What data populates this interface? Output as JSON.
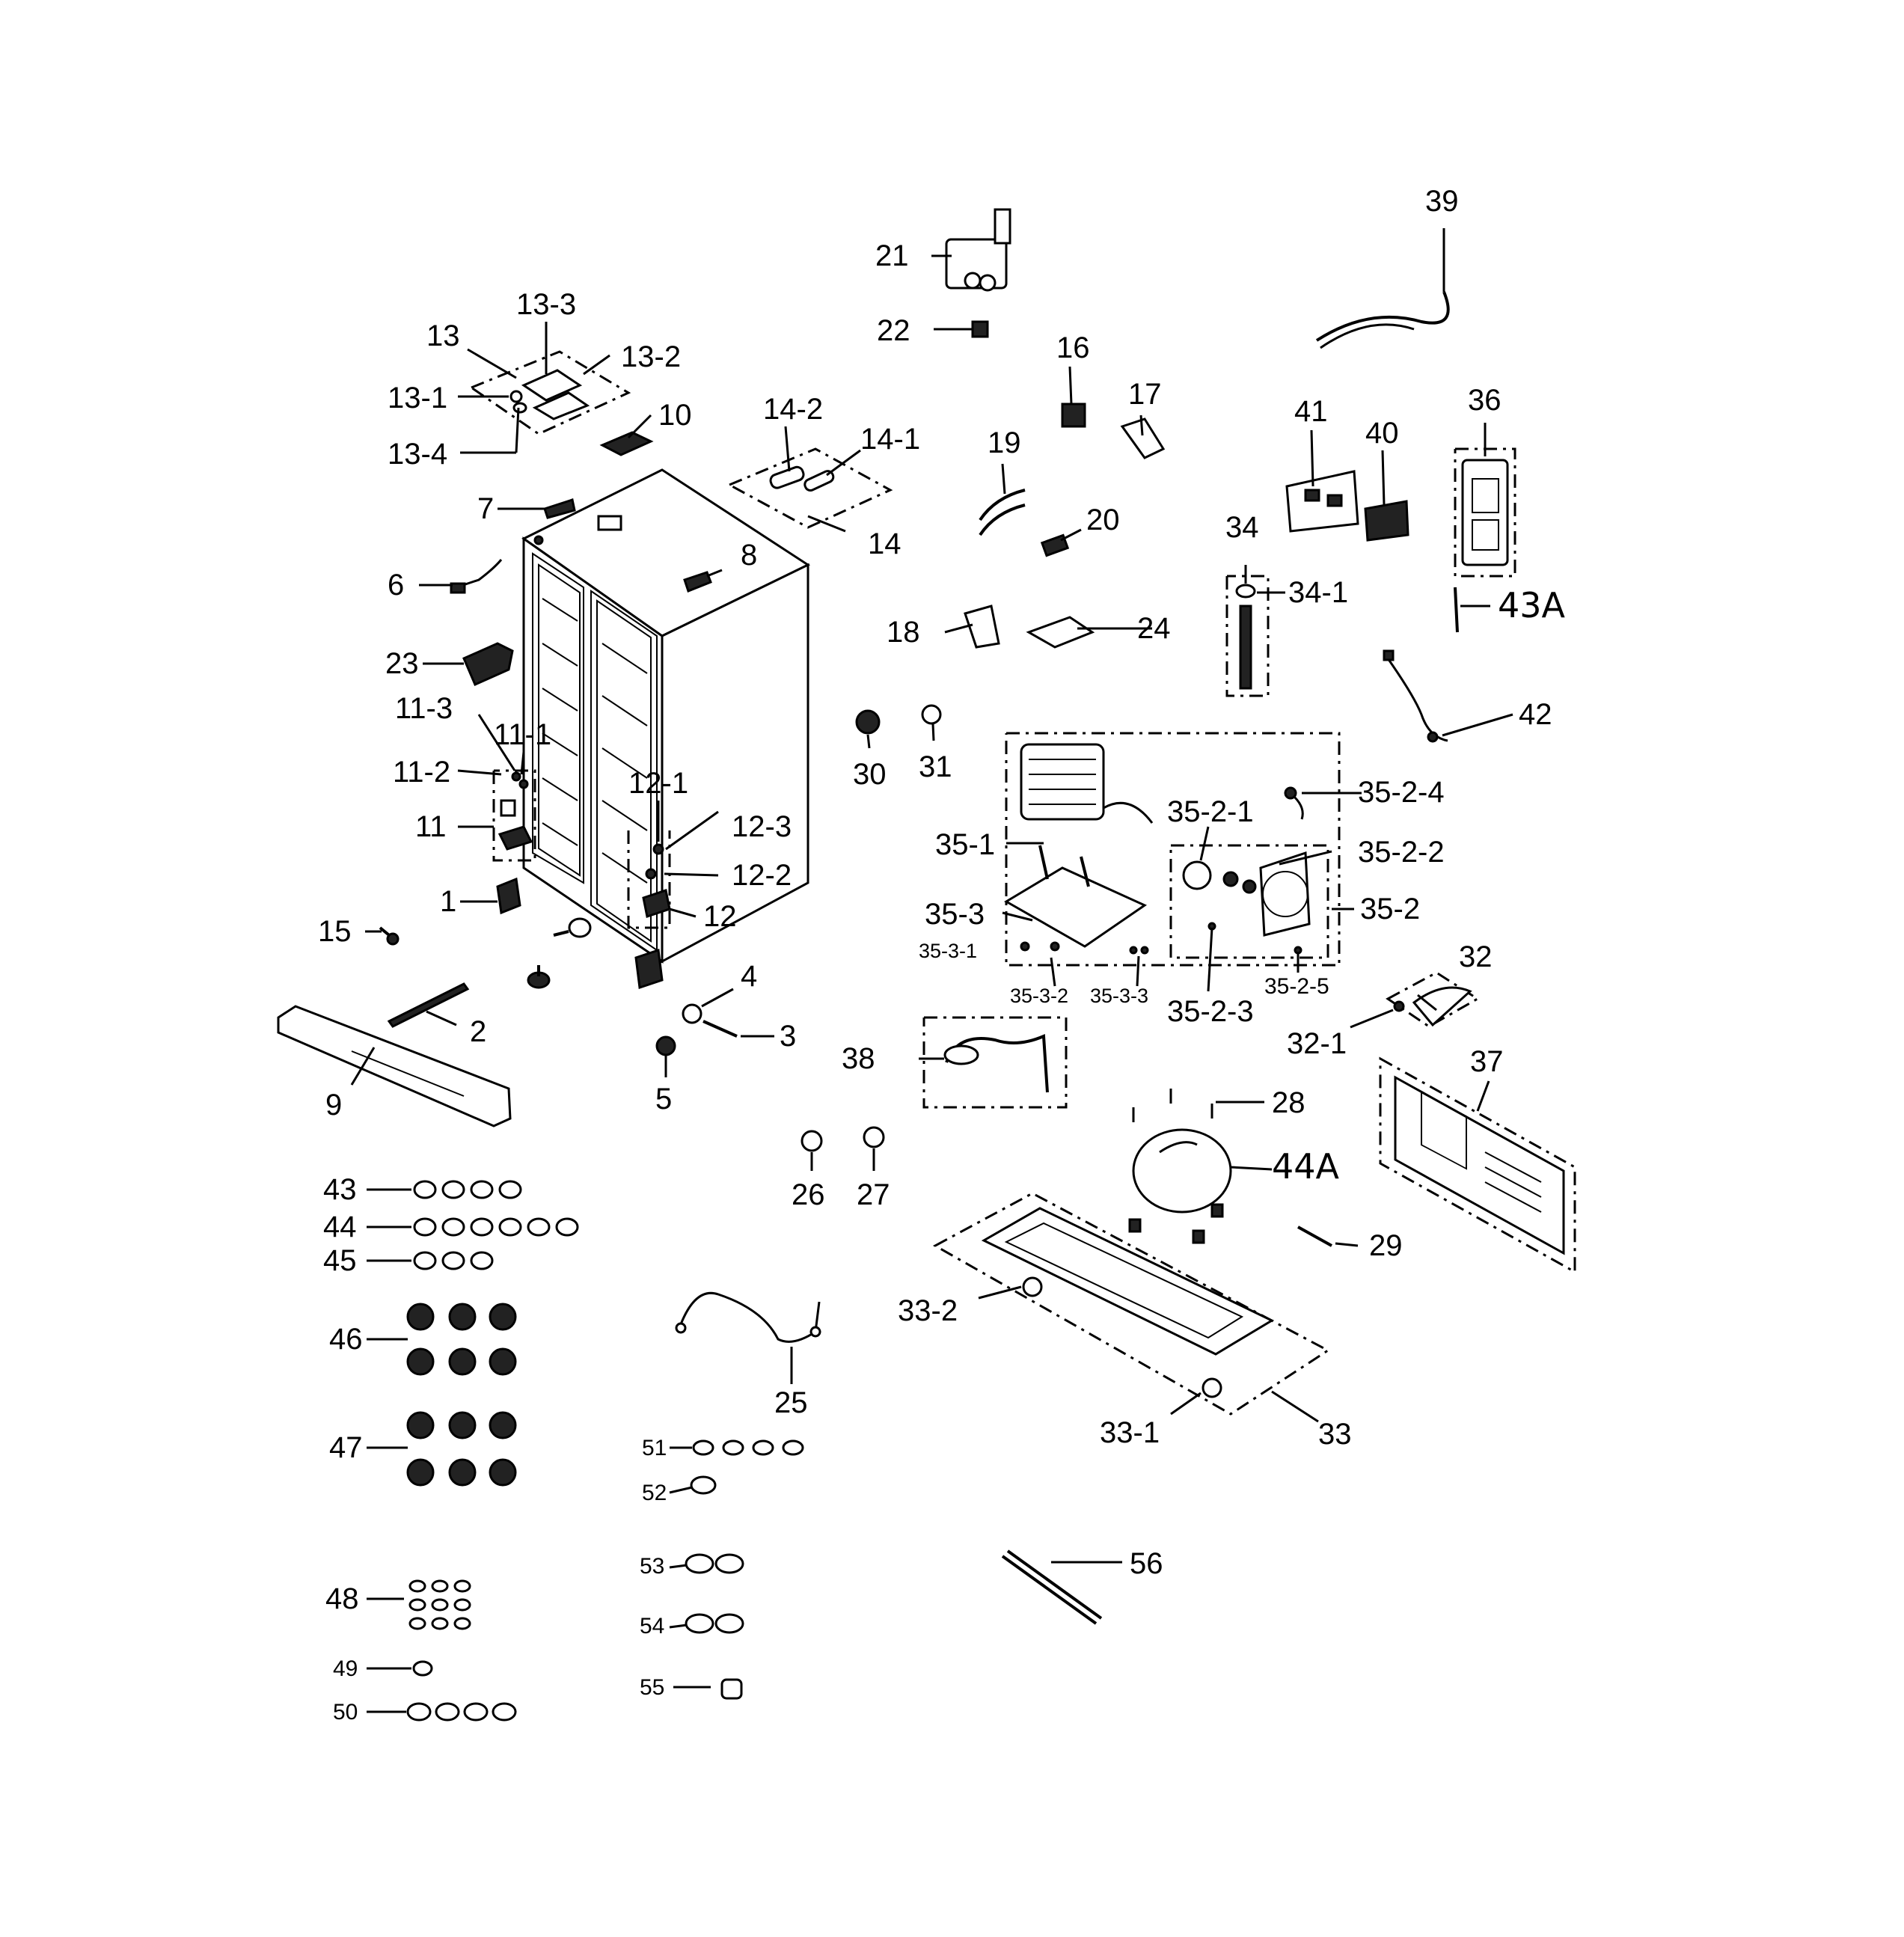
{
  "diagram": {
    "labels": {
      "l1": "1",
      "l2": "2",
      "l3": "3",
      "l4": "4",
      "l5": "5",
      "l6": "6",
      "l7": "7",
      "l8": "8",
      "l9": "9",
      "l10": "10",
      "l11": "11",
      "l11_1": "11-1",
      "l11_2": "11-2",
      "l11_3": "11-3",
      "l12": "12",
      "l12_1": "12-1",
      "l12_2": "12-2",
      "l12_3": "12-3",
      "l13": "13",
      "l13_1": "13-1",
      "l13_2": "13-2",
      "l13_3": "13-3",
      "l13_4": "13-4",
      "l14": "14",
      "l14_1": "14-1",
      "l14_2": "14-2",
      "l15": "15",
      "l16": "16",
      "l17": "17",
      "l18": "18",
      "l19": "19",
      "l20": "20",
      "l21": "21",
      "l22": "22",
      "l23": "23",
      "l24": "24",
      "l25": "25",
      "l26": "26",
      "l27": "27",
      "l28": "28",
      "l29": "29",
      "l30": "30",
      "l31": "31",
      "l32": "32",
      "l32_1": "32-1",
      "l33": "33",
      "l33_1": "33-1",
      "l33_2": "33-2",
      "l34": "34",
      "l34_1": "34-1",
      "l35_1": "35-1",
      "l35_2": "35-2",
      "l35_2_1": "35-2-1",
      "l35_2_2": "35-2-2",
      "l35_2_3": "35-2-3",
      "l35_2_4": "35-2-4",
      "l35_2_5": "35-2-5",
      "l35_3": "35-3",
      "l35_3_1": "35-3-1",
      "l35_3_2": "35-3-2",
      "l35_3_3": "35-3-3",
      "l36": "36",
      "l37": "37",
      "l38": "38",
      "l39": "39",
      "l40": "40",
      "l41": "41",
      "l42": "42",
      "l43": "43",
      "l43A": "43A",
      "l44": "44",
      "l44A": "44A",
      "l45": "45",
      "l46": "46",
      "l47": "47",
      "l48": "48",
      "l49": "49",
      "l50": "50",
      "l51": "51",
      "l52": "52",
      "l53": "53",
      "l54": "54",
      "l55": "55",
      "l56": "56"
    }
  }
}
